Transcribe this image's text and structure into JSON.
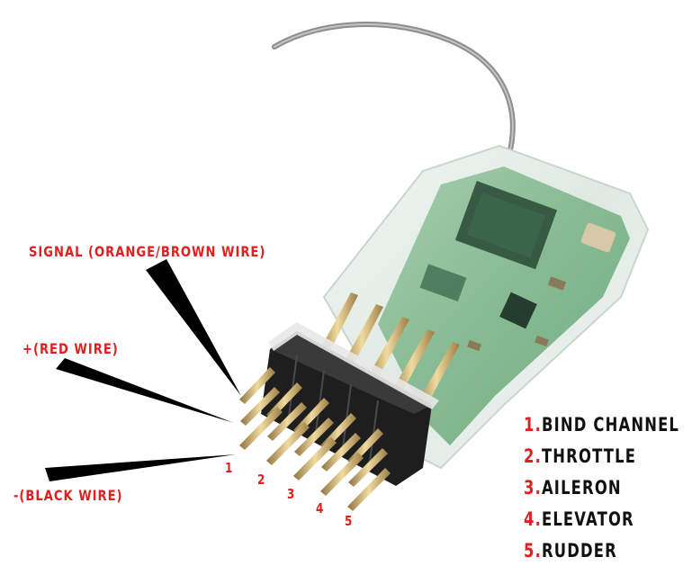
{
  "labels": {
    "signal": "SIGNAL (ORANGE/BROWN WIRE)",
    "positive": "+(RED WIRE)",
    "negative": "-(BLACK WIRE)"
  },
  "pin_numbers": [
    "1",
    "2",
    "3",
    "4",
    "5"
  ],
  "legend": [
    {
      "num": "1.",
      "text": "BIND CHANNEL"
    },
    {
      "num": "2.",
      "text": "THROTTLE"
    },
    {
      "num": "3.",
      "text": "AILERON"
    },
    {
      "num": "4.",
      "text": "ELEVATOR"
    },
    {
      "num": "5.",
      "text": "RUDDER"
    }
  ],
  "colors": {
    "label_red": "#e0201f",
    "legend_text": "#111111",
    "pcb_green": "#2f8a47",
    "pin_gold": "#c9a45a",
    "header_black": "#1a1a1a"
  }
}
